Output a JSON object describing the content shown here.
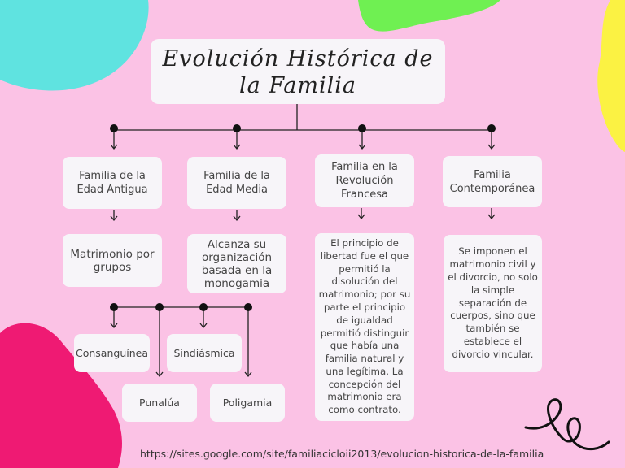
{
  "title": "Evolución Histórica de la Familia",
  "stages": [
    {
      "label": "Familia de la Edad Antigua",
      "detail": "Matrimonio por grupos"
    },
    {
      "label": "Familia de la Edad Media",
      "detail": "Alcanza su organización basada en la monogamia"
    },
    {
      "label": "Familia en la Revolución Francesa",
      "detail": "El principio de libertad fue el que permitió la disolución del matrimonio; por su parte el principio de igualdad permitió distinguir que había una familia natural y una legítima. La concepción del matrimonio era como contrato."
    },
    {
      "label": "Familia Contemporánea",
      "detail": "Se imponen el matrimonio civil y el divorcio, no solo la simple separación de cuerpos, sino que también se establece el divorcio vincular."
    }
  ],
  "group_marriage_types": [
    "Consanguínea",
    "Punalúa",
    "Sindiásmica",
    "Poligamia"
  ],
  "source": "https://sites.google.com/site/familiacicloii2013/evolucion-historica-de-la-familia",
  "colors": {
    "background": "#fbc2e5",
    "box": "#f7f5f9",
    "teal_blob": "#5fe3e0",
    "green_blob": "#6ff052",
    "yellow_blob": "#fbf243",
    "magenta_blob": "#ef1a73",
    "connector": "#222222"
  }
}
